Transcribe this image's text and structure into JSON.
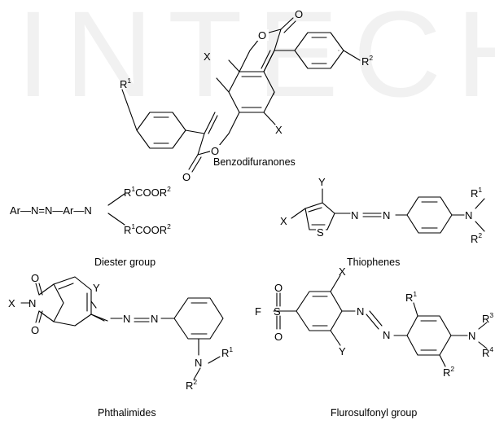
{
  "watermark": {
    "text": "INTECH",
    "color": "#e6e6e6"
  },
  "structures": {
    "benzodifuranones": {
      "caption": "Benzodifuranones",
      "atoms": {
        "o_carbonyl_top": "O",
        "o_ring_top": "O",
        "o_ring_bottom": "O",
        "o_carbonyl_bottom": "O",
        "x_left": "X",
        "x_right": "X",
        "r1": "R",
        "r1_sup": "1",
        "r2": "R",
        "r2_sup": "2"
      }
    },
    "diester": {
      "caption": "Diester group",
      "chain": "Ar—N=N—Ar—N",
      "top_branch": "R",
      "top_branch_sup": "1",
      "top_branch_mid": "COOR",
      "top_branch_sup2": "2",
      "bottom_branch": "R",
      "bottom_branch_sup": "1",
      "bottom_branch_mid": "COOR",
      "bottom_branch_sup2": "2"
    },
    "thiophenes": {
      "caption": "Thiophenes",
      "atoms": {
        "y": "Y",
        "x": "X",
        "s": "S",
        "n1": "N",
        "n2": "N",
        "n_amine": "N",
        "r1": "R",
        "r1_sup": "1",
        "r2": "R",
        "r2_sup": "2"
      }
    },
    "phthalimides": {
      "caption": "Phthalimides",
      "atoms": {
        "o_top": "O",
        "o_bottom": "O",
        "n_imide": "N",
        "x": "X",
        "y": "Y",
        "n1": "N",
        "n2": "N",
        "n_amine": "N",
        "r1": "R",
        "r1_sup": "1",
        "r2": "R",
        "r2_sup": "2"
      }
    },
    "flurosulfonyl": {
      "caption": "Flurosulfonyl group",
      "atoms": {
        "f": "F",
        "s": "S",
        "o_top": "O",
        "o_bottom": "O",
        "x": "X",
        "y": "Y",
        "n1": "N",
        "n2": "N",
        "n_amine": "N",
        "r1": "R",
        "r1_sup": "1",
        "r2": "R",
        "r2_sup": "2",
        "r3": "R",
        "r3_sup": "3",
        "r4": "R",
        "r4_sup": "4"
      }
    }
  }
}
